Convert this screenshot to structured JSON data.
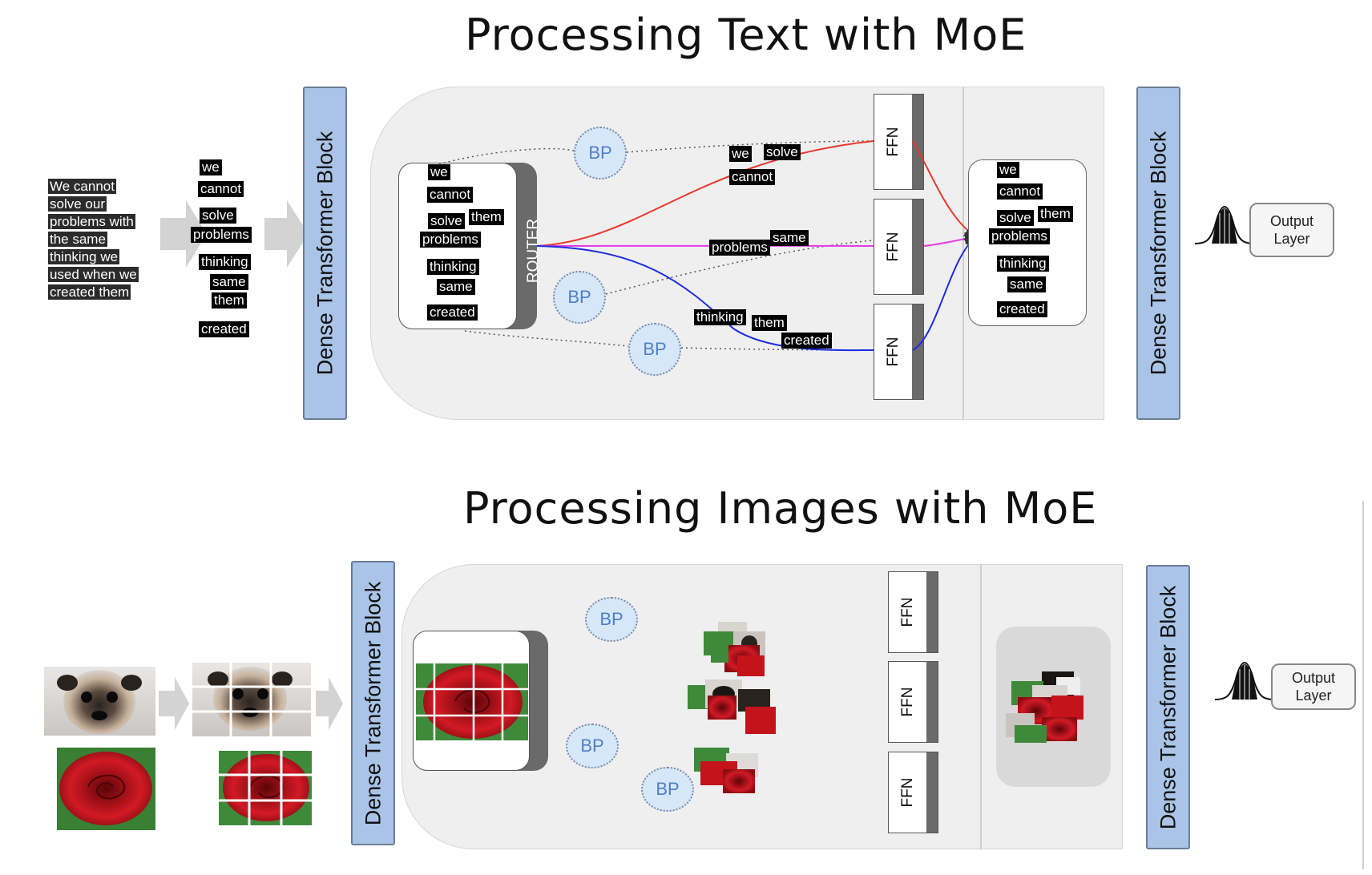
{
  "top": {
    "title": "Processing Text with MoE",
    "sentence": [
      "We cannot",
      "solve our",
      "problems with",
      "the same",
      "thinking we",
      "used when we",
      "created them"
    ],
    "tokens": [
      "we",
      "cannot",
      "solve",
      "problems",
      "thinking",
      "same",
      "them",
      "created"
    ],
    "dense_left": "Dense Transformer Block",
    "dense_right": "Dense Transformer Block",
    "router": "ROUTER",
    "router_tokens": [
      "we",
      "cannot",
      "solve",
      "them",
      "problems",
      "thinking",
      "same",
      "created"
    ],
    "bp_labels": [
      "BP",
      "BP",
      "BP"
    ],
    "ffn_labels": [
      "FFN",
      "FFN",
      "FFN"
    ],
    "routed_tokens_1": [
      "we",
      "solve",
      "cannot"
    ],
    "routed_tokens_2": [
      "problems",
      "same"
    ],
    "routed_tokens_3": [
      "thinking",
      "them",
      "created"
    ],
    "output_tokens": [
      "we",
      "cannot",
      "solve",
      "them",
      "problems",
      "thinking",
      "same",
      "created"
    ],
    "output_layer": [
      "Output",
      "Layer"
    ]
  },
  "bottom": {
    "title": "Processing Images with MoE",
    "dense_left": "Dense Transformer Block",
    "dense_right": "Dense Transformer Block",
    "bp_labels": [
      "BP",
      "BP",
      "BP"
    ],
    "ffn_labels": [
      "FFN",
      "FFN",
      "FFN"
    ],
    "output_layer": [
      "Output",
      "Layer"
    ]
  },
  "colors": {
    "route_red": "#e8372c",
    "route_magenta": "#e23ce6",
    "route_blue": "#1d2be0",
    "dense_fill": "#a9c4e6",
    "bp_fill": "#d6e7fa",
    "rose": "#b5121b",
    "leaf": "#3f8a3a"
  },
  "icons": [
    "bell-curve-icon",
    "gray-arrow-icon",
    "pug-image",
    "rose-image"
  ]
}
